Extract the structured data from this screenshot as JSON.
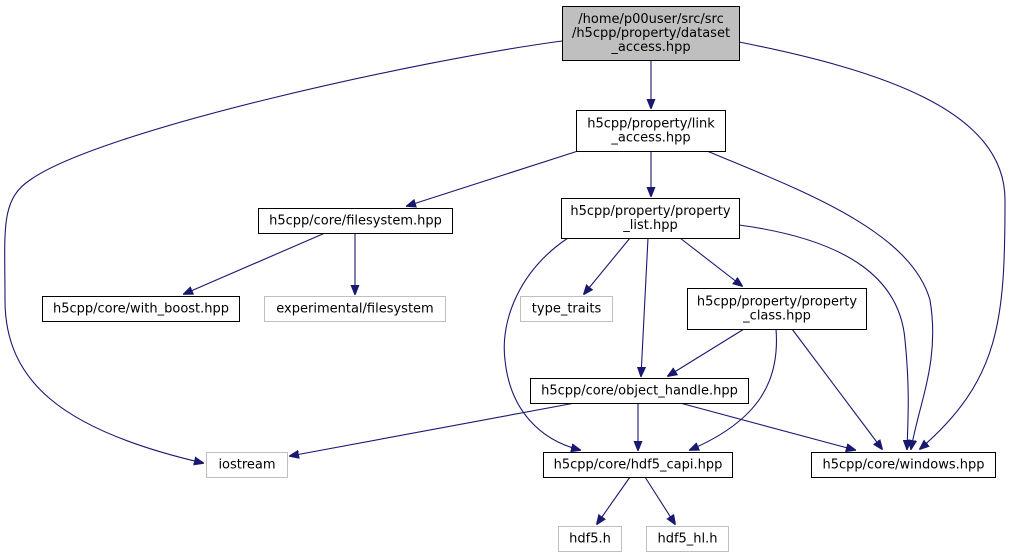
{
  "diagram": {
    "type": "include-dependency-graph",
    "colors": {
      "edge": "#191970",
      "root_fill": "#bfbfbf",
      "node_border": "#000000",
      "external_border": "#bfbfbf",
      "node_fill": "#ffffff"
    },
    "nodes": {
      "root": {
        "lines": [
          "/home/p00user/src/src",
          "/h5cpp/property/dataset",
          "_access.hpp"
        ],
        "kind": "root"
      },
      "link_access": {
        "lines": [
          "h5cpp/property/link",
          "_access.hpp"
        ],
        "kind": "internal"
      },
      "filesystem": {
        "lines": [
          "h5cpp/core/filesystem.hpp"
        ],
        "kind": "internal"
      },
      "property_list": {
        "lines": [
          "h5cpp/property/property",
          "_list.hpp"
        ],
        "kind": "internal"
      },
      "with_boost": {
        "lines": [
          "h5cpp/core/with_boost.hpp"
        ],
        "kind": "internal"
      },
      "experimental_filesystem": {
        "lines": [
          "experimental/filesystem"
        ],
        "kind": "external"
      },
      "type_traits": {
        "lines": [
          "type_traits"
        ],
        "kind": "external"
      },
      "property_class": {
        "lines": [
          "h5cpp/property/property",
          "_class.hpp"
        ],
        "kind": "internal"
      },
      "object_handle": {
        "lines": [
          "h5cpp/core/object_handle.hpp"
        ],
        "kind": "internal"
      },
      "iostream": {
        "lines": [
          "iostream"
        ],
        "kind": "external"
      },
      "hdf5_capi": {
        "lines": [
          "h5cpp/core/hdf5_capi.hpp"
        ],
        "kind": "internal"
      },
      "windows": {
        "lines": [
          "h5cpp/core/windows.hpp"
        ],
        "kind": "internal"
      },
      "hdf5_h": {
        "lines": [
          "hdf5.h"
        ],
        "kind": "external"
      },
      "hdf5_hl_h": {
        "lines": [
          "hdf5_hl.h"
        ],
        "kind": "external"
      }
    },
    "edges": [
      [
        "root",
        "link_access"
      ],
      [
        "root",
        "iostream"
      ],
      [
        "root",
        "windows"
      ],
      [
        "link_access",
        "filesystem"
      ],
      [
        "link_access",
        "property_list"
      ],
      [
        "link_access",
        "windows"
      ],
      [
        "filesystem",
        "with_boost"
      ],
      [
        "filesystem",
        "experimental_filesystem"
      ],
      [
        "property_list",
        "type_traits"
      ],
      [
        "property_list",
        "property_class"
      ],
      [
        "property_list",
        "object_handle"
      ],
      [
        "property_list",
        "hdf5_capi"
      ],
      [
        "property_list",
        "windows"
      ],
      [
        "property_class",
        "object_handle"
      ],
      [
        "property_class",
        "hdf5_capi"
      ],
      [
        "property_class",
        "windows"
      ],
      [
        "object_handle",
        "iostream"
      ],
      [
        "object_handle",
        "hdf5_capi"
      ],
      [
        "object_handle",
        "windows"
      ],
      [
        "hdf5_capi",
        "hdf5_h"
      ],
      [
        "hdf5_capi",
        "hdf5_hl_h"
      ]
    ]
  }
}
